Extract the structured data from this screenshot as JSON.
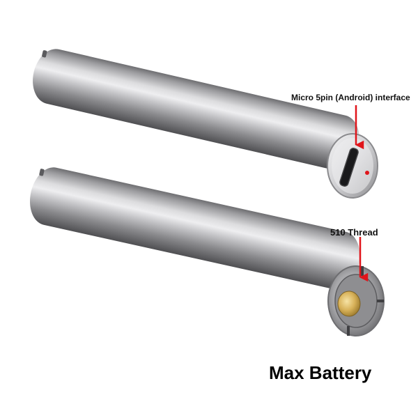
{
  "annotations": {
    "micro_usb_label": "Micro 5pin (Android) interface",
    "thread_label": "510 Thread"
  },
  "product": {
    "title": "Max Battery"
  },
  "colors": {
    "steel_light": "#e4e4e6",
    "steel_mid": "#a3a3a6",
    "steel_dark": "#5d5d60",
    "arrow_red": "#e0151b",
    "contact_gold": "#d8b25a",
    "background": "#ffffff"
  }
}
